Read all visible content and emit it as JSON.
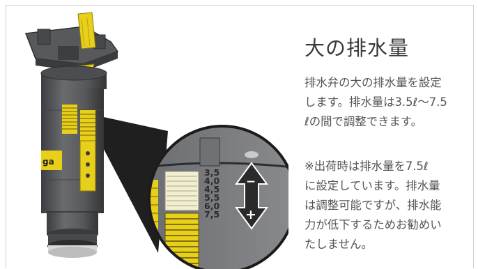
{
  "title": "大の排水量",
  "description_lines": [
    "排水弁の大の排水量を設定",
    "します。排水量は3.5ℓ〜7.5",
    "ℓの間で調整できます。"
  ],
  "note_lines": [
    "※出荷時は排水量を7.5ℓ",
    "に設定しています。排水量",
    "は調整可能ですが、排水能",
    "力が低下するためお勧めい",
    "たしません。"
  ],
  "scale_ticks": [
    "3,5",
    "4,0",
    "4,5",
    "5,5",
    "6,0",
    "7,5"
  ],
  "arrow_signs": {
    "minus": "−",
    "plus": "+"
  },
  "brand_mark": "ga",
  "colors": {
    "accent_yellow": "#e7cf1a",
    "body_gray": "#5f6062",
    "dark": "#2a2a2a"
  }
}
